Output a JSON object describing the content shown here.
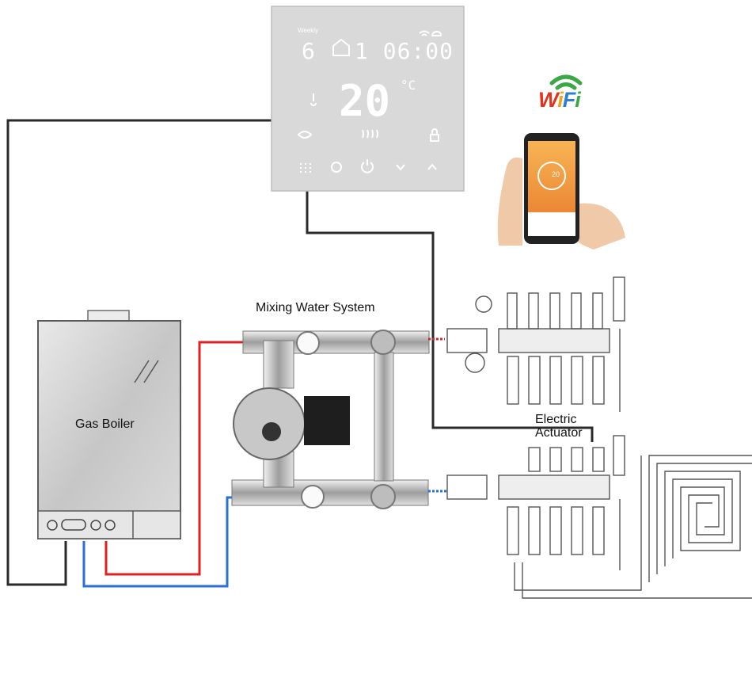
{
  "labels": {
    "gas_boiler": "Gas Boiler",
    "mixing_system": "Mixing Water System",
    "actuator_line1": "Electric",
    "actuator_line2": "Actuator"
  },
  "thermostat": {
    "mode": "Weekly",
    "day": "6",
    "time": "1 06:00",
    "temperature": "20",
    "unit": "°C"
  },
  "wifi": {
    "logo": [
      "W",
      "i",
      "F",
      "i"
    ]
  },
  "phone": {
    "temperature": "20"
  },
  "colors": {
    "control_wire": "#2a2a2a",
    "hot_pipe": "#e02020",
    "cold_pipe": "#2a6fd6",
    "thermostat_panel": "#d9d9d9",
    "boiler_body": "#c8c8c8",
    "brass_chrome": "#b9b9b9"
  }
}
